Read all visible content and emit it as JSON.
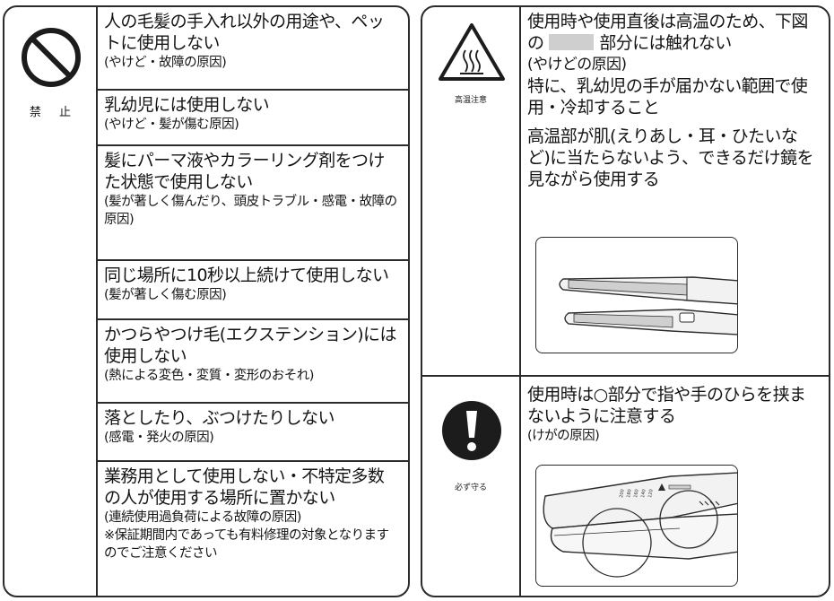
{
  "left_panel": {
    "icon_label": "禁 止",
    "items": [
      {
        "main": "人の毛髪の手入れ以外の用途や、ペットに使用しない",
        "sub": "(やけど・故障の原因)"
      },
      {
        "main": "乳幼児には使用しない",
        "sub": "(やけど・髪が傷む原因)"
      },
      {
        "main": "髪にパーマ液やカラーリング剤をつけた状態で使用しない",
        "sub": "(髪が著しく傷んだり、頭皮トラブル・感電・故障の原因)"
      },
      {
        "main": "同じ場所に10秒以上続けて使用しない",
        "sub": "(髪が著しく傷む原因)"
      },
      {
        "main": "かつらやつけ毛(エクステンション)には使用しない",
        "sub": "(熱による変色・変質・変形のおそれ)"
      },
      {
        "main": "落としたり、ぶつけたりしない",
        "sub": "(感電・発火の原因)"
      },
      {
        "main": "業務用として使用しない・不特定多数の人が使用する場所に置かない",
        "sub": "(連続使用過負荷による故障の原因)",
        "note": "※保証期間内であっても有料修理の対象となりますのでご注意ください"
      }
    ]
  },
  "right_panel": {
    "hot": {
      "icon_label": "高温注意",
      "text_1a": "使用時や使用直後は高温のため、下図の",
      "text_1b": "部分には触れない",
      "sub_1": "(やけどの原因)",
      "text_2": "特に、乳幼児の手が届かない範囲で使用・冷却すること",
      "text_3": "高温部が肌(えりあし・耳・ひたいなど)に当たらないよう、できるだけ鏡を見ながら使用する"
    },
    "must": {
      "icon_label": "必ず守る",
      "text": "使用時は○部分で指や手のひらを挟まないように注意する",
      "sub": "(けがの原因)",
      "scale_marks": [
        "200",
        "180",
        "160",
        "140",
        "120"
      ]
    }
  },
  "colors": {
    "line": "#2b2b2b",
    "text": "#141414",
    "hot_zone": "#cfcfcf",
    "device": "#f2f2f2",
    "icon_fill": "#1c1c1c"
  }
}
